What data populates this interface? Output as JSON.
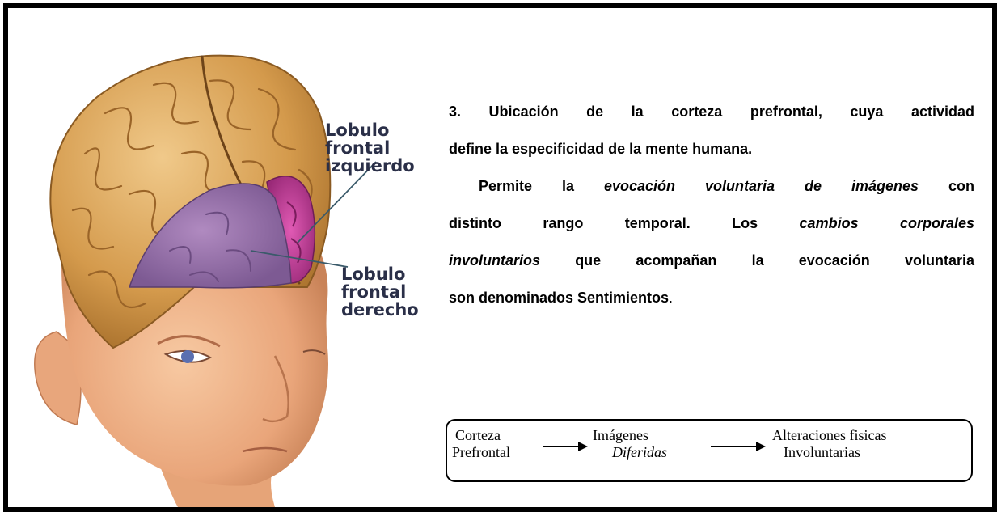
{
  "labels": {
    "left_lobe": "Lobulo\nfrontal\nizquierdo",
    "right_lobe": "Lobulo\nfrontal\nderecho"
  },
  "caption": {
    "line1": "3. Ubicación de la corteza prefrontal, cuya actividad",
    "line2": "define la especificidad de la mente humana.",
    "p2_a": "Permite la ",
    "p2_em1": "evocación voluntaria de imágenes",
    "p2_b": " con",
    "p3_a": "distinto rango temporal. Los ",
    "p3_em": "cambios corporales",
    "p4_em": "involuntarios",
    "p4_b": " que acompañan la evocación voluntaria",
    "p5_a": "son denominados Sentimientos",
    "p5_end": "."
  },
  "flow": {
    "nodes": [
      {
        "line1": "Corteza",
        "line2": "Prefrontal"
      },
      {
        "line1": "Imágenes",
        "line2": "Diferidas"
      },
      {
        "line1": "Alteraciones fisicas",
        "line2": "Involuntarias"
      }
    ]
  },
  "colors": {
    "frame": "#000000",
    "skin": "#f2b88a",
    "brain": "#d9a85c",
    "frontal_lobe": "#9c72ad",
    "left_lobe": "#c5449a",
    "label": "#2a2f48"
  }
}
